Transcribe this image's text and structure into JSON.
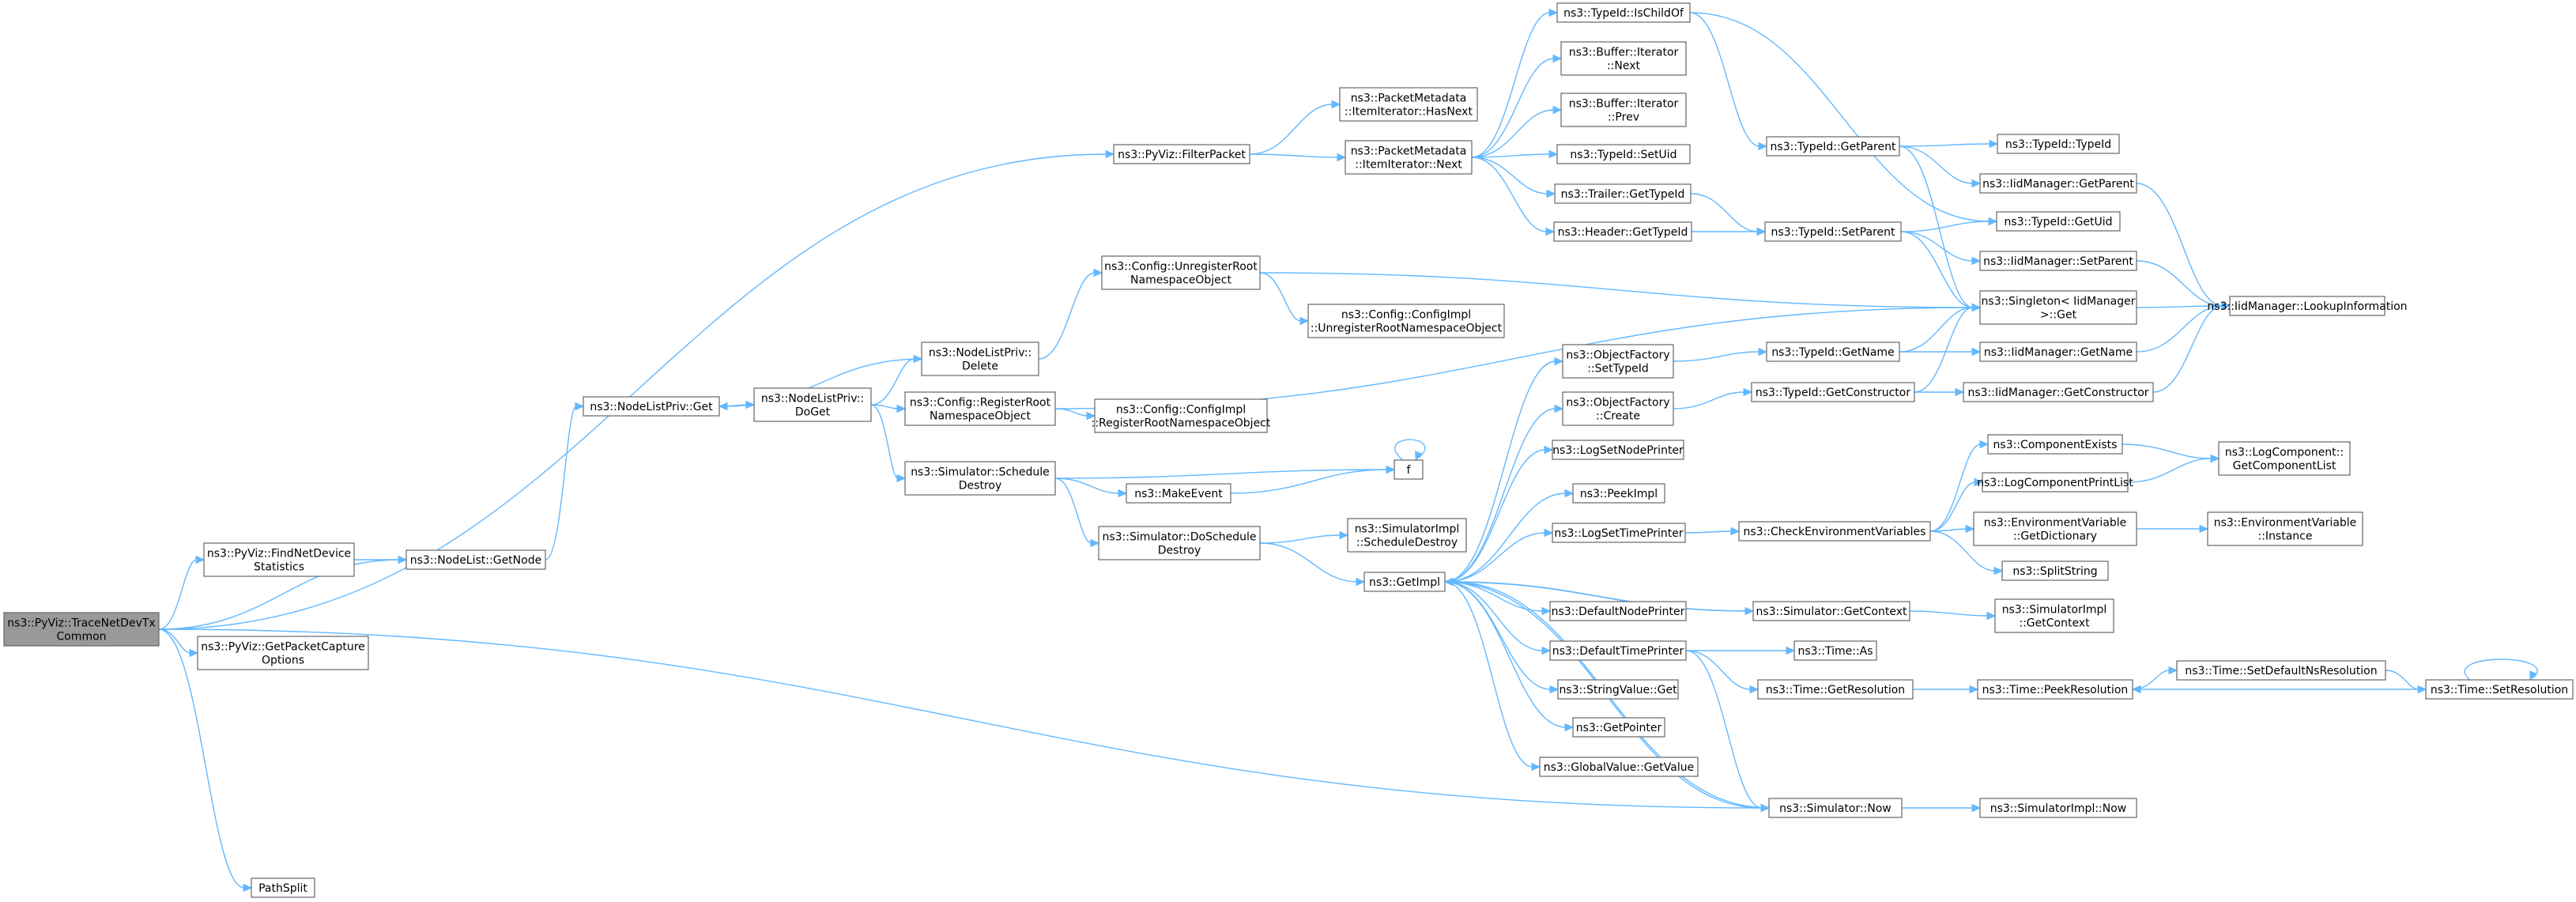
{
  "nodes": [
    {
      "id": "root",
      "lines": [
        "ns3::PyViz::TraceNetDevTx",
        "Common"
      ]
    },
    {
      "id": "filterpacket",
      "lines": [
        "ns3::PyViz::FilterPacket"
      ]
    },
    {
      "id": "findnetdevice",
      "lines": [
        "ns3::PyViz::FindNetDevice",
        "Statistics"
      ]
    },
    {
      "id": "getpacketcapture",
      "lines": [
        "ns3::PyViz::GetPacketCapture",
        "Options"
      ]
    },
    {
      "id": "pathsplit",
      "lines": [
        "PathSplit"
      ]
    },
    {
      "id": "nodelistgetnode",
      "lines": [
        "ns3::NodeList::GetNode"
      ]
    },
    {
      "id": "nodelistprivget",
      "lines": [
        "ns3::NodeListPriv::Get"
      ]
    },
    {
      "id": "nodelistprivdoget",
      "lines": [
        "ns3::NodeListPriv::",
        "DoGet"
      ]
    },
    {
      "id": "nodelistprivdelete",
      "lines": [
        "ns3::NodeListPriv::",
        "Delete"
      ]
    },
    {
      "id": "configregister",
      "lines": [
        "ns3::Config::RegisterRoot",
        "NamespaceObject"
      ]
    },
    {
      "id": "configunregister",
      "lines": [
        "ns3::Config::UnregisterRoot",
        "NamespaceObject"
      ]
    },
    {
      "id": "configimplunregister",
      "lines": [
        "ns3::Config::ConfigImpl",
        "::UnregisterRootNamespaceObject"
      ]
    },
    {
      "id": "configimplregister",
      "lines": [
        "ns3::Config::ConfigImpl",
        "::RegisterRootNamespaceObject"
      ]
    },
    {
      "id": "simschedule",
      "lines": [
        "ns3::Simulator::Schedule",
        "Destroy"
      ]
    },
    {
      "id": "makeevent",
      "lines": [
        "ns3::MakeEvent"
      ]
    },
    {
      "id": "f",
      "lines": [
        "f"
      ]
    },
    {
      "id": "simdoschedule",
      "lines": [
        "ns3::Simulator::DoSchedule",
        "Destroy"
      ]
    },
    {
      "id": "simimplschedule",
      "lines": [
        "ns3::SimulatorImpl",
        "::ScheduleDestroy"
      ]
    },
    {
      "id": "getimpl",
      "lines": [
        "ns3::GetImpl"
      ]
    },
    {
      "id": "pmhasnext",
      "lines": [
        "ns3::PacketMetadata",
        "::ItemIterator::HasNext"
      ]
    },
    {
      "id": "pmnext",
      "lines": [
        "ns3::PacketMetadata",
        "::ItemIterator::Next"
      ]
    },
    {
      "id": "typeidischildof",
      "lines": [
        "ns3::TypeId::IsChildOf"
      ]
    },
    {
      "id": "bufnext",
      "lines": [
        "ns3::Buffer::Iterator",
        "::Next"
      ]
    },
    {
      "id": "bufprev",
      "lines": [
        "ns3::Buffer::Iterator",
        "::Prev"
      ]
    },
    {
      "id": "typeidsetuid",
      "lines": [
        "ns3::TypeId::SetUid"
      ]
    },
    {
      "id": "trailergettypeid",
      "lines": [
        "ns3::Trailer::GetTypeId"
      ]
    },
    {
      "id": "headergettypeid",
      "lines": [
        "ns3::Header::GetTypeId"
      ]
    },
    {
      "id": "typeidgetparent",
      "lines": [
        "ns3::TypeId::GetParent"
      ]
    },
    {
      "id": "typeidsetparent",
      "lines": [
        "ns3::TypeId::SetParent"
      ]
    },
    {
      "id": "typeidtypeid",
      "lines": [
        "ns3::TypeId::TypeId"
      ]
    },
    {
      "id": "iidgetparent",
      "lines": [
        "ns3::IidManager::GetParent"
      ]
    },
    {
      "id": "typeidgetuid",
      "lines": [
        "ns3::TypeId::GetUid"
      ]
    },
    {
      "id": "iidsetparent",
      "lines": [
        "ns3::IidManager::SetParent"
      ]
    },
    {
      "id": "singletonget",
      "lines": [
        "ns3::Singleton< IidManager",
        ">::Get"
      ]
    },
    {
      "id": "iidlookup",
      "lines": [
        "ns3::IidManager::LookupInformation"
      ]
    },
    {
      "id": "objfactorysettypeid",
      "lines": [
        "ns3::ObjectFactory",
        "::SetTypeId"
      ]
    },
    {
      "id": "objfactorycreate",
      "lines": [
        "ns3::ObjectFactory",
        "::Create"
      ]
    },
    {
      "id": "typeidgetname",
      "lines": [
        "ns3::TypeId::GetName"
      ]
    },
    {
      "id": "typeidgetconstructor",
      "lines": [
        "ns3::TypeId::GetConstructor"
      ]
    },
    {
      "id": "iidgetname",
      "lines": [
        "ns3::IidManager::GetName"
      ]
    },
    {
      "id": "iidgetconstructor",
      "lines": [
        "ns3::IidManager::GetConstructor"
      ]
    },
    {
      "id": "logsetnodeprinter",
      "lines": [
        "ns3::LogSetNodePrinter"
      ]
    },
    {
      "id": "peekimpl",
      "lines": [
        "ns3::PeekImpl"
      ]
    },
    {
      "id": "logsettimeprinter",
      "lines": [
        "ns3::LogSetTimePrinter"
      ]
    },
    {
      "id": "checkenv",
      "lines": [
        "ns3::CheckEnvironmentVariables"
      ]
    },
    {
      "id": "componentexists",
      "lines": [
        "ns3::ComponentExists"
      ]
    },
    {
      "id": "logcompprintlist",
      "lines": [
        "ns3::LogComponentPrintList"
      ]
    },
    {
      "id": "logcompgetlist",
      "lines": [
        "ns3::LogComponent::",
        "GetComponentList"
      ]
    },
    {
      "id": "envgetdict",
      "lines": [
        "ns3::EnvironmentVariable",
        "::GetDictionary"
      ]
    },
    {
      "id": "envinstance",
      "lines": [
        "ns3::EnvironmentVariable",
        "::Instance"
      ]
    },
    {
      "id": "splitstring",
      "lines": [
        "ns3::SplitString"
      ]
    },
    {
      "id": "defaultnodeprinter",
      "lines": [
        "ns3::DefaultNodePrinter"
      ]
    },
    {
      "id": "simgetcontext",
      "lines": [
        "ns3::Simulator::GetContext"
      ]
    },
    {
      "id": "simimplgetcontext",
      "lines": [
        "ns3::SimulatorImpl",
        "::GetContext"
      ]
    },
    {
      "id": "defaulttimeprinter",
      "lines": [
        "ns3::DefaultTimePrinter"
      ]
    },
    {
      "id": "timeas",
      "lines": [
        "ns3::Time::As"
      ]
    },
    {
      "id": "timegetres",
      "lines": [
        "ns3::Time::GetResolution"
      ]
    },
    {
      "id": "timepeekres",
      "lines": [
        "ns3::Time::PeekResolution"
      ]
    },
    {
      "id": "timesetdefaultns",
      "lines": [
        "ns3::Time::SetDefaultNsResolution"
      ]
    },
    {
      "id": "timesetres",
      "lines": [
        "ns3::Time::SetResolution"
      ]
    },
    {
      "id": "stringvalueget",
      "lines": [
        "ns3::StringValue::Get"
      ]
    },
    {
      "id": "getpointer",
      "lines": [
        "ns3::GetPointer"
      ]
    },
    {
      "id": "globalvalueget",
      "lines": [
        "ns3::GlobalValue::GetValue"
      ]
    },
    {
      "id": "simnow",
      "lines": [
        "ns3::Simulator::Now"
      ]
    },
    {
      "id": "simimplnow",
      "lines": [
        "ns3::SimulatorImpl::Now"
      ]
    }
  ],
  "edges": [
    [
      "root",
      "filterpacket"
    ],
    [
      "root",
      "findnetdevice"
    ],
    [
      "root",
      "nodelistgetnode"
    ],
    [
      "root",
      "getpacketcapture"
    ],
    [
      "root",
      "pathsplit"
    ],
    [
      "root",
      "simnow"
    ],
    [
      "findnetdevice",
      "nodelistgetnode"
    ],
    [
      "nodelistgetnode",
      "nodelistprivget"
    ],
    [
      "nodelistprivget",
      "nodelistprivdoget"
    ],
    [
      "nodelistprivdoget",
      "nodelistprivdelete"
    ],
    [
      "nodelistprivdoget",
      "configregister"
    ],
    [
      "nodelistprivdoget",
      "simschedule"
    ],
    [
      "nodelistprivdelete",
      "nodelistprivget"
    ],
    [
      "nodelistprivdelete",
      "configunregister"
    ],
    [
      "configunregister",
      "configimplunregister"
    ],
    [
      "configunregister",
      "singletonget"
    ],
    [
      "configregister",
      "configimplregister"
    ],
    [
      "configregister",
      "singletonget"
    ],
    [
      "simschedule",
      "makeevent"
    ],
    [
      "simschedule",
      "f"
    ],
    [
      "simschedule",
      "simdoschedule"
    ],
    [
      "makeevent",
      "f"
    ],
    [
      "f",
      "f"
    ],
    [
      "simdoschedule",
      "simimplschedule"
    ],
    [
      "simdoschedule",
      "getimpl"
    ],
    [
      "filterpacket",
      "pmhasnext"
    ],
    [
      "filterpacket",
      "pmnext"
    ],
    [
      "pmnext",
      "typeidischildof"
    ],
    [
      "pmnext",
      "bufnext"
    ],
    [
      "pmnext",
      "bufprev"
    ],
    [
      "pmnext",
      "typeidsetuid"
    ],
    [
      "pmnext",
      "trailergettypeid"
    ],
    [
      "pmnext",
      "headergettypeid"
    ],
    [
      "typeidischildof",
      "typeidgetparent"
    ],
    [
      "typeidischildof",
      "typeidgetuid"
    ],
    [
      "trailergettypeid",
      "typeidsetparent"
    ],
    [
      "headergettypeid",
      "typeidsetparent"
    ],
    [
      "typeidgetparent",
      "typeidtypeid"
    ],
    [
      "typeidgetparent",
      "iidgetparent"
    ],
    [
      "typeidgetparent",
      "singletonget"
    ],
    [
      "typeidsetparent",
      "typeidgetuid"
    ],
    [
      "typeidsetparent",
      "iidsetparent"
    ],
    [
      "typeidsetparent",
      "singletonget"
    ],
    [
      "iidgetparent",
      "iidlookup"
    ],
    [
      "iidsetparent",
      "iidlookup"
    ],
    [
      "getimpl",
      "objfactorysettypeid"
    ],
    [
      "getimpl",
      "objfactorycreate"
    ],
    [
      "getimpl",
      "logsetnodeprinter"
    ],
    [
      "getimpl",
      "peekimpl"
    ],
    [
      "getimpl",
      "logsettimeprinter"
    ],
    [
      "getimpl",
      "defaultnodeprinter"
    ],
    [
      "getimpl",
      "defaulttimeprinter"
    ],
    [
      "getimpl",
      "stringvalueget"
    ],
    [
      "getimpl",
      "getpointer"
    ],
    [
      "getimpl",
      "globalvalueget"
    ],
    [
      "getimpl",
      "simgetcontext"
    ],
    [
      "getimpl",
      "simnow"
    ],
    [
      "objfactorysettypeid",
      "typeidgetname"
    ],
    [
      "objfactorycreate",
      "typeidgetconstructor"
    ],
    [
      "typeidgetname",
      "iidgetname"
    ],
    [
      "typeidgetname",
      "singletonget"
    ],
    [
      "typeidgetconstructor",
      "iidgetconstructor"
    ],
    [
      "typeidgetconstructor",
      "singletonget"
    ],
    [
      "iidgetname",
      "iidlookup"
    ],
    [
      "iidgetconstructor",
      "iidlookup"
    ],
    [
      "singletonget",
      "iidlookup"
    ],
    [
      "logsettimeprinter",
      "checkenv"
    ],
    [
      "checkenv",
      "componentexists"
    ],
    [
      "checkenv",
      "logcompprintlist"
    ],
    [
      "checkenv",
      "envgetdict"
    ],
    [
      "checkenv",
      "splitstring"
    ],
    [
      "componentexists",
      "logcompgetlist"
    ],
    [
      "logcompprintlist",
      "logcompgetlist"
    ],
    [
      "envgetdict",
      "envinstance"
    ],
    [
      "simgetcontext",
      "getimpl"
    ],
    [
      "simgetcontext",
      "simimplgetcontext"
    ],
    [
      "defaulttimeprinter",
      "timeas"
    ],
    [
      "defaulttimeprinter",
      "timegetres"
    ],
    [
      "defaulttimeprinter",
      "simnow"
    ],
    [
      "timegetres",
      "timepeekres"
    ],
    [
      "timepeekres",
      "timesetdefaultns"
    ],
    [
      "timesetdefaultns",
      "timesetres"
    ],
    [
      "timesetres",
      "timepeekres"
    ],
    [
      "timesetres",
      "timesetres"
    ],
    [
      "simnow",
      "getimpl"
    ],
    [
      "simnow",
      "simimplnow"
    ]
  ]
}
